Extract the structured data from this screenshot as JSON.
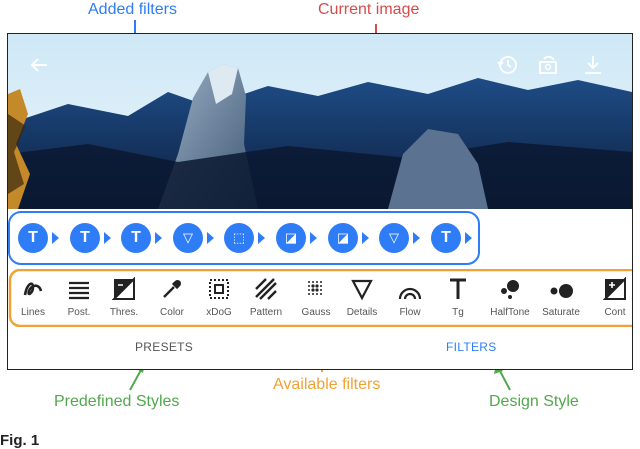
{
  "annotations": {
    "added_filters": "Added filters",
    "current_image": "Current image",
    "available_filters": "Available filters",
    "predefined_styles": "Predefined Styles",
    "design_style": "Design Style",
    "fig_label": "Fig. 1"
  },
  "colors": {
    "blue": "#2f7df6",
    "red": "#d94a4a",
    "orange": "#f0a236",
    "green": "#52a84c"
  },
  "toolbar_icons": [
    "back-arrow-icon",
    "history-icon",
    "rotate-icon",
    "download-icon"
  ],
  "added_filters": [
    {
      "glyph": "T",
      "icon": "text-filter-icon"
    },
    {
      "glyph": "T",
      "icon": "text-filter-icon"
    },
    {
      "glyph": "T",
      "icon": "text-filter-icon"
    },
    {
      "glyph": "▽",
      "icon": "details-filter-icon"
    },
    {
      "glyph": "⬚",
      "icon": "xdog-filter-icon"
    },
    {
      "glyph": "◪",
      "icon": "threshold-filter-icon"
    },
    {
      "glyph": "◪",
      "icon": "threshold-filter-icon"
    },
    {
      "glyph": "▽",
      "icon": "details-filter-icon"
    },
    {
      "glyph": "T",
      "icon": "text-filter-icon"
    }
  ],
  "filters": [
    {
      "label": "Lines",
      "icon": "lines-icon"
    },
    {
      "label": "Post.",
      "icon": "posterize-icon"
    },
    {
      "label": "Thres.",
      "icon": "threshold-icon"
    },
    {
      "label": "Color",
      "icon": "color-picker-icon"
    },
    {
      "label": "xDoG",
      "icon": "xdog-icon"
    },
    {
      "label": "Pattern",
      "icon": "pattern-icon"
    },
    {
      "label": "Gauss",
      "icon": "gauss-icon"
    },
    {
      "label": "Details",
      "icon": "details-icon"
    },
    {
      "label": "Flow",
      "icon": "flow-icon"
    },
    {
      "label": "Tg",
      "icon": "tg-icon"
    },
    {
      "label": "HalfTone",
      "icon": "halftone-icon"
    },
    {
      "label": "Saturate",
      "icon": "saturate-icon"
    },
    {
      "label": "Cont",
      "icon": "contrast-icon"
    }
  ],
  "tabs": {
    "presets": "PRESETS",
    "filters": "FILTERS"
  }
}
